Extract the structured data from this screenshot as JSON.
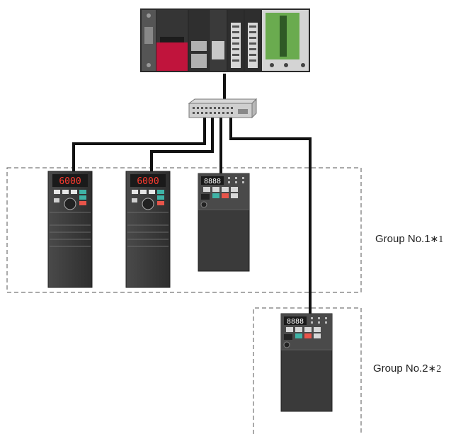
{
  "groups": [
    {
      "label": "Group No.1",
      "note": "∗1"
    },
    {
      "label": "Group No.2",
      "note": "∗2"
    }
  ],
  "devices": {
    "inverter_display": "6000",
    "compact_inverter_display": "8888"
  },
  "colors": {
    "cable": "#111111",
    "group_border": "#555555",
    "plc_red": "#c0143c",
    "plc_green": "#6aab4f",
    "inverter_body": "#3f3f3f",
    "display_red": "#ff3b2f",
    "key_teal": "#3fb3a6",
    "key_red": "#e8554a"
  }
}
